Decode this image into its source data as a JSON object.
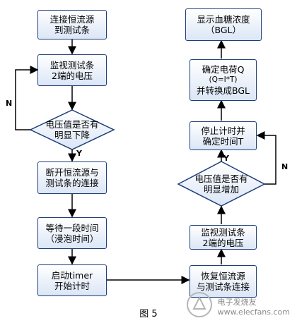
{
  "boxes": {
    "connect_source": "连接恒流源\n到测试条",
    "monitor_voltage_1": "监视测试条\n2端的电压",
    "disconnect_source": "断开恒流源与\n测试条的连接",
    "wait_soak": "等待一段时间\n（浸泡时间）",
    "start_timer": "启动timer\n开始计时",
    "restore_source": "恢复恒流源\n与测试条连接",
    "monitor_voltage_2": "监视测试条\n2端的电压",
    "stop_timer": "停止计时并\n确定时间T",
    "determine_charge": "确定电荷Q",
    "formula": "(Q=I*T)",
    "convert_bgl": "并转换成BGL",
    "display_bgl": "显示血糖浓度\n（BGL）"
  },
  "decisions": {
    "voltage_drop": "电压值是否有\n明显下降",
    "voltage_rise": "电压值是否有\n明显增加"
  },
  "branch_labels": {
    "drop_yes": "Y",
    "drop_no": "N",
    "rise_yes": "Y",
    "rise_no": "N"
  },
  "caption": "图 5",
  "watermark": "电子发烧友\nwww.elecfans.com",
  "colors": {
    "border": "#1f3e79",
    "fill_top": "#ffffff",
    "fill_bottom": "#dbe6f6",
    "line": "#000000"
  }
}
